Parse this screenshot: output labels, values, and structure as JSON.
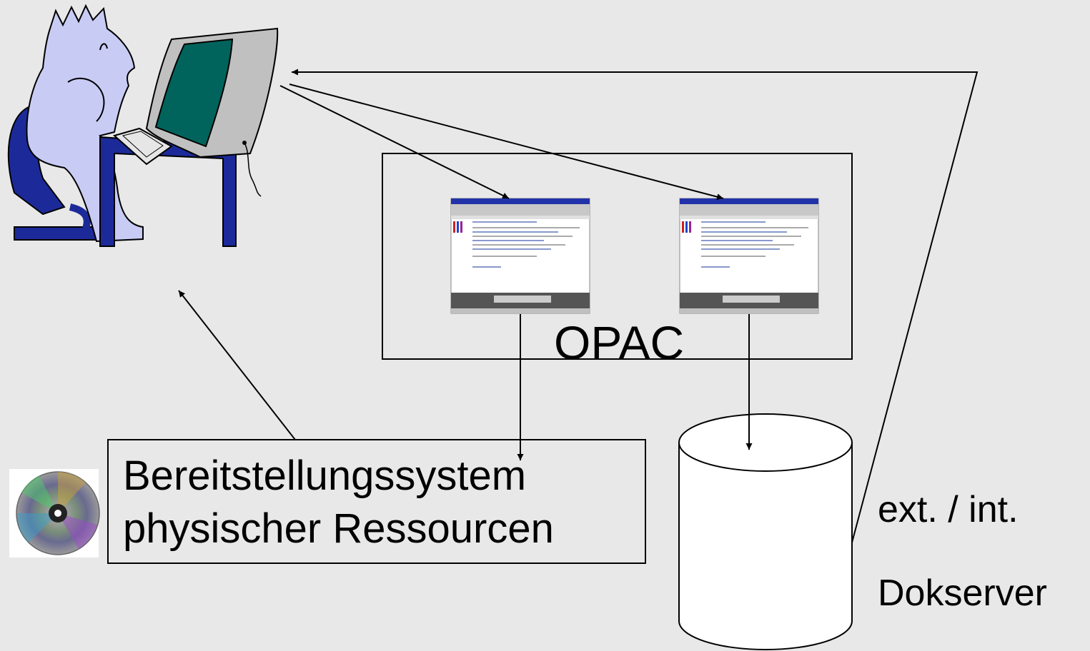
{
  "opac_box": {
    "label": "OPAC"
  },
  "provision_box": {
    "line1": "Bereitstellungssystem",
    "line2": "physischer Ressourcen"
  },
  "docserver": {
    "line1": "ext. / int.",
    "line2": "Dokserver"
  },
  "icons": [
    "user-at-computer-icon",
    "browser-screenshot-icon",
    "cd-disc-icon",
    "database-cylinder-icon"
  ],
  "colors": {
    "background": "#e8e8e8",
    "person_fill": "#c8ccf5",
    "chair_desk_fill": "#1c2a99",
    "monitor_case": "#c0c0c0",
    "monitor_screen": "#00645c",
    "line": "#000000"
  }
}
